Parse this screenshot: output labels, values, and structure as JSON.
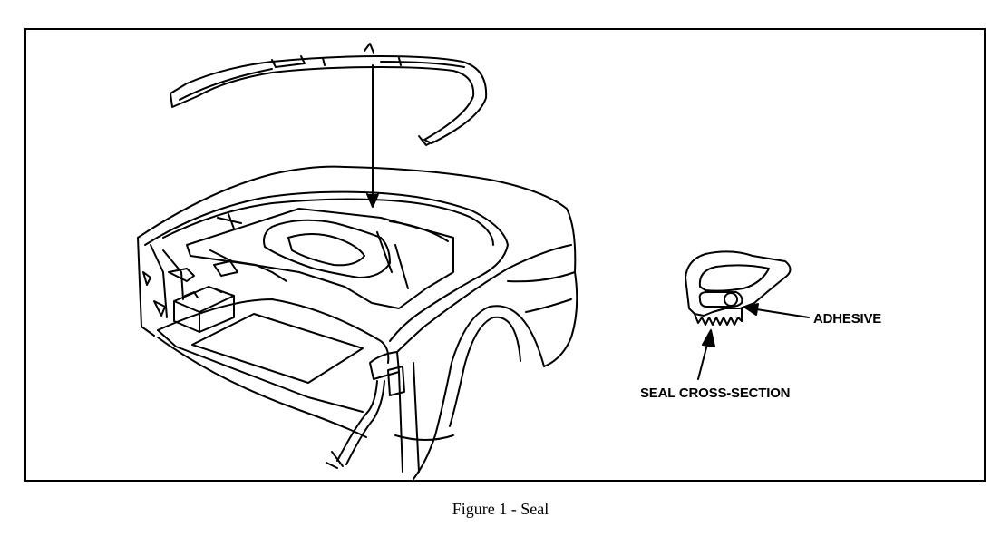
{
  "figure": {
    "caption": "Figure 1 - Seal",
    "labels": {
      "adhesive": "ADHESIVE",
      "seal_cross_section": "SEAL CROSS-SECTION"
    },
    "illustration": "rear-trunk-seal-line-drawing",
    "colors": {
      "ink": "#000000",
      "paper": "#ffffff"
    }
  }
}
